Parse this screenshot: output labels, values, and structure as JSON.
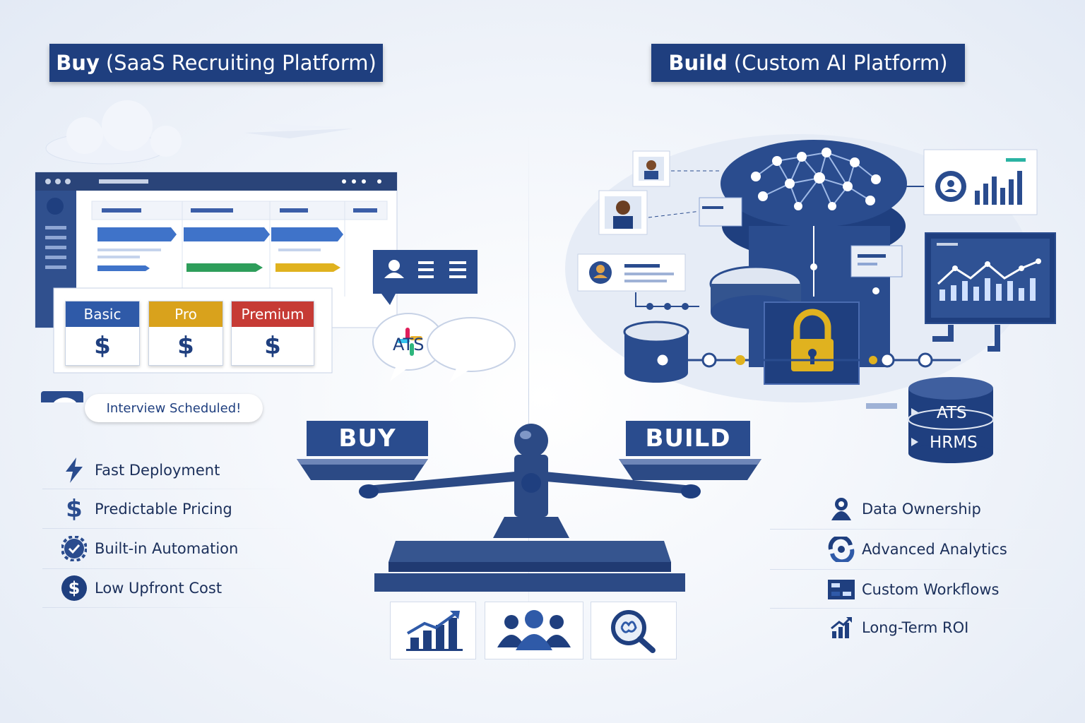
{
  "buy_title": {
    "bold": "Buy",
    "rest": "(SaaS Recruiting Platform)"
  },
  "build_title": {
    "bold": "Build",
    "rest": "(Custom AI Platform)"
  },
  "pricing_tiers": [
    {
      "label": "Basic",
      "price": "$",
      "color": "#2f5aa8"
    },
    {
      "label": "Pro",
      "price": "$",
      "color": "#d9a21c"
    },
    {
      "label": "Premium",
      "price": "$",
      "color": "#c63b35"
    }
  ],
  "integration_label": "ATS",
  "notification": "Interview Scheduled!",
  "scale": {
    "left": "BUY",
    "right": "BUILD"
  },
  "buy_features": [
    {
      "label": "Fast Deployment",
      "icon": "lightning-icon"
    },
    {
      "label": "Predictable Pricing",
      "icon": "dollar-icon"
    },
    {
      "label": "Built-in Automation",
      "icon": "automation-gear-icon"
    },
    {
      "label": "Low Upfront Cost",
      "icon": "dollar-circle-icon"
    }
  ],
  "build_features": [
    {
      "label": "Data Ownership",
      "icon": "user-lock-icon"
    },
    {
      "label": "Advanced Analytics",
      "icon": "analytics-icon"
    },
    {
      "label": "Custom Workflows",
      "icon": "workflow-icon"
    },
    {
      "label": "Long-Term ROI",
      "icon": "growth-chart-icon"
    }
  ],
  "databases": [
    "ATS",
    "HRMS"
  ],
  "bottom_icons": [
    "growth-chart-icon",
    "team-icon",
    "ai-search-icon"
  ],
  "colors": {
    "navy": "#1f3f7f",
    "accent_blue": "#2f5aa8",
    "gold": "#e0b21f",
    "red": "#c63b35",
    "green": "#2e9e5b"
  }
}
